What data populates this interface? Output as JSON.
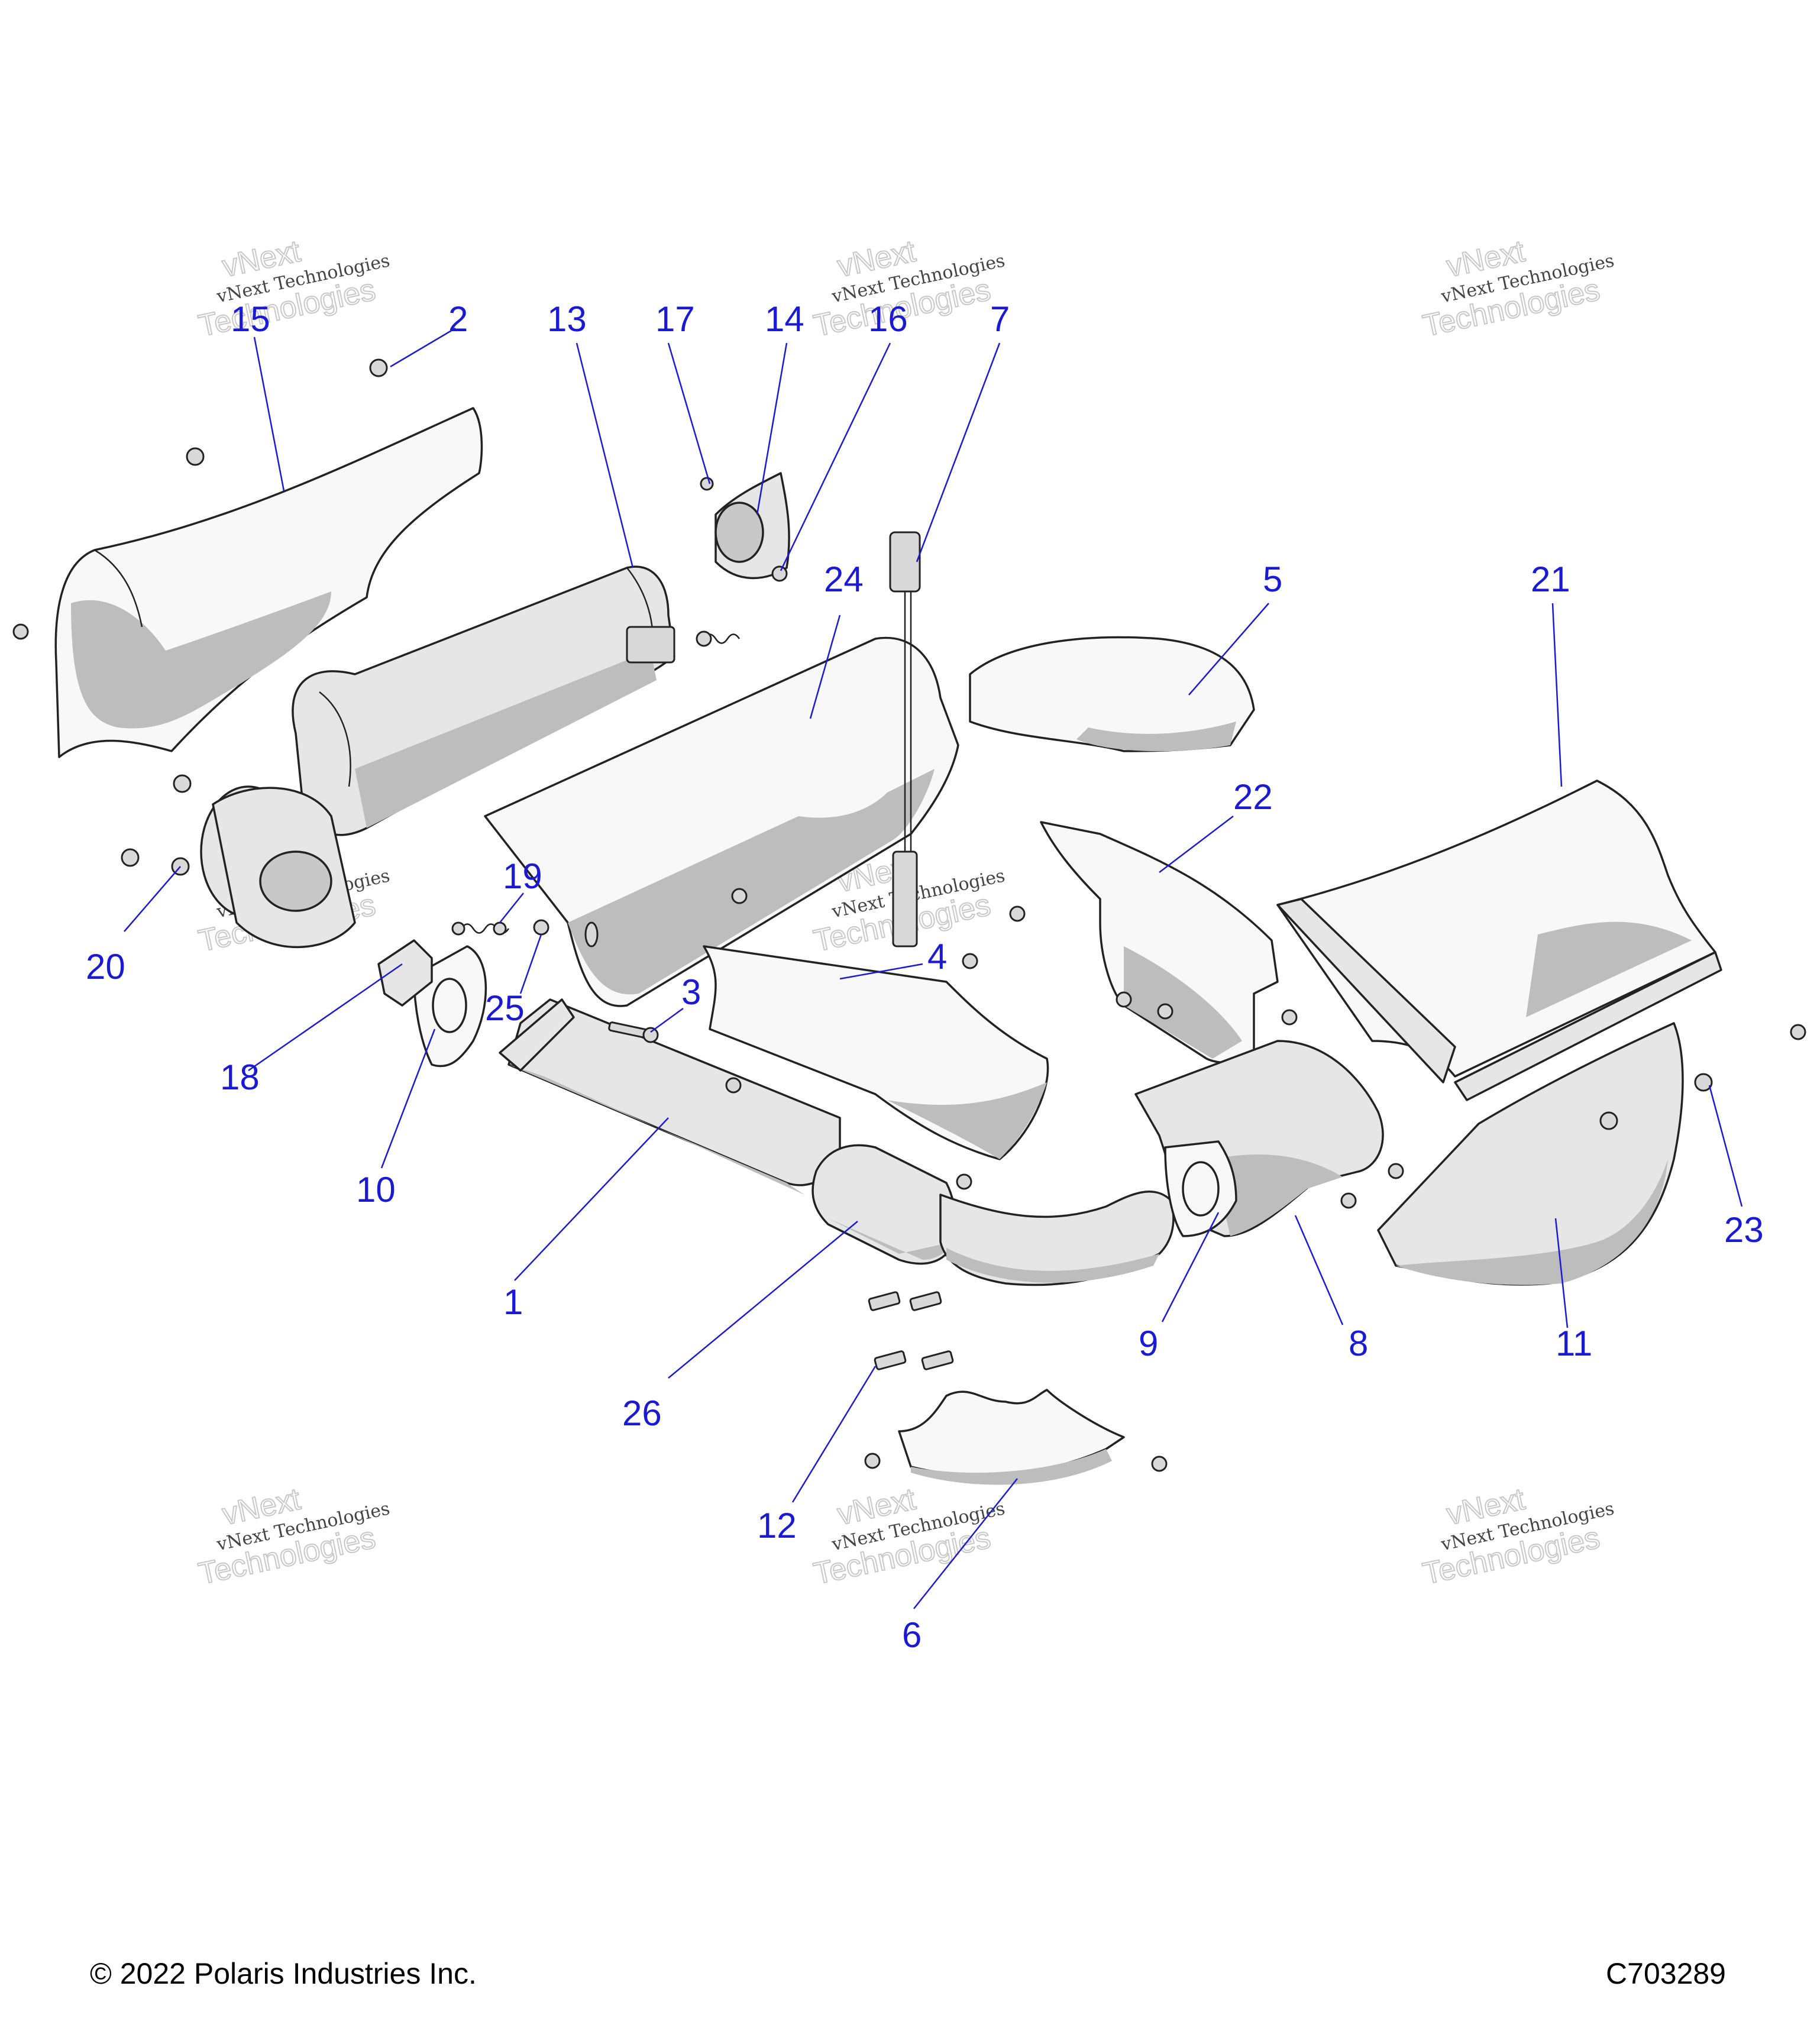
{
  "callouts": {
    "c1": "1",
    "c2": "2",
    "c3": "3",
    "c4": "4",
    "c5": "5",
    "c6": "6",
    "c7": "7",
    "c8": "8",
    "c9": "9",
    "c10": "10",
    "c11": "11",
    "c12": "12",
    "c13": "13",
    "c14": "14",
    "c15": "15",
    "c16": "16",
    "c17": "17",
    "c18": "18",
    "c19": "19",
    "c20": "20",
    "c21": "21",
    "c22": "22",
    "c23": "23",
    "c24": "24",
    "c25": "25",
    "c26": "26"
  },
  "watermark": {
    "line1": "vNext",
    "line2": "vNext Technologies",
    "line3": "Technologies"
  },
  "footer": {
    "copyright": "© 2022 Polaris Industries Inc.",
    "code": "C703289"
  },
  "colors": {
    "callout": "#1a1ad6",
    "outline": "#222222",
    "part_fill": "#e6e6e6"
  }
}
